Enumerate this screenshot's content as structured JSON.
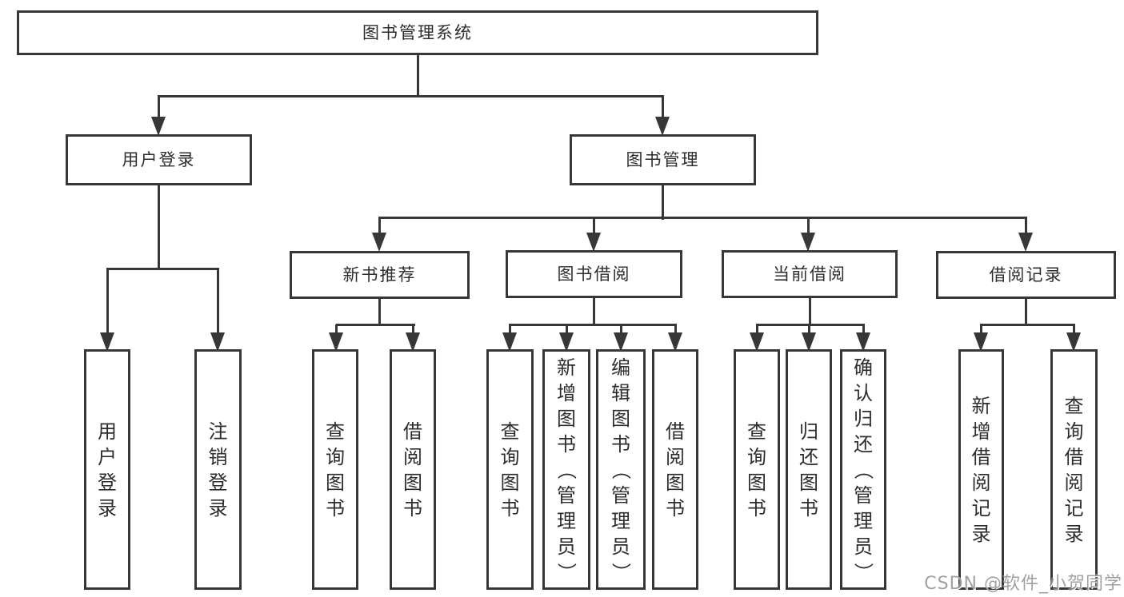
{
  "nodes": {
    "root": "图书管理系统",
    "user_login": "用户登录",
    "book_mgmt": "图书管理",
    "new_book_rec": "新书推荐",
    "book_borrow": "图书借阅",
    "current_borrow": "当前借阅",
    "borrow_records": "借阅记录",
    "leaf_user_login": "用户登录",
    "leaf_logout": "注销登录",
    "leaf_query_book_a": "查询图书",
    "leaf_borrow_book_a": "借阅图书",
    "leaf_query_book_b": "查询图书",
    "leaf_add_book": "新增图书（管理员）",
    "leaf_edit_book": "编辑图书（管理员）",
    "leaf_borrow_book_b": "借阅图书",
    "leaf_query_book_c": "查询图书",
    "leaf_return_book": "归还图书",
    "leaf_confirm_return": "确认归还（管理员）",
    "leaf_add_record": "新增借阅记录",
    "leaf_query_record": "查询借阅记录"
  },
  "tree": {
    "图书管理系统": {
      "用户登录": [
        "用户登录",
        "注销登录"
      ],
      "图书管理": {
        "新书推荐": [
          "查询图书",
          "借阅图书"
        ],
        "图书借阅": [
          "查询图书",
          "新增图书（管理员）",
          "编辑图书（管理员）",
          "借阅图书"
        ],
        "当前借阅": [
          "查询图书",
          "归还图书",
          "确认归还（管理员）"
        ],
        "借阅记录": [
          "新增借阅记录",
          "查询借阅记录"
        ]
      }
    }
  },
  "watermark": "CSDN @软件_小贺同学",
  "colors": {
    "line": "#373737",
    "text": "#2d2d2d",
    "background": "#ffffff",
    "watermark": "#919191"
  }
}
